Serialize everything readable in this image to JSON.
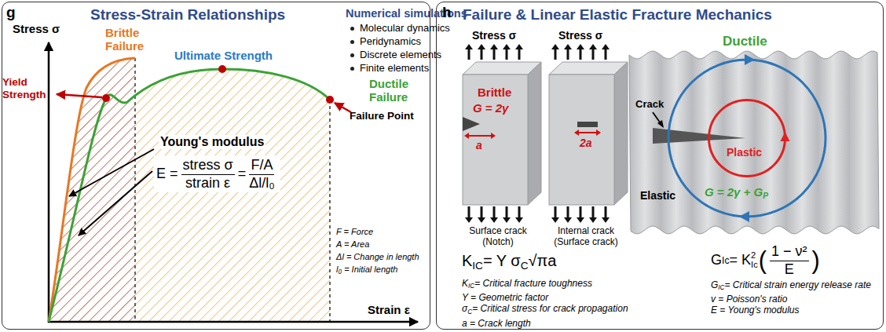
{
  "diagram": {
    "nodes": [
      {
        "text": [
          "Stress-Strain Relationships"
        ]
      },
      {
        "text": [
          "Failure & Linear Elastic Fracture Mechanics"
        ]
      },
      {
        "text": [
          "Brittle",
          "G = 2γ",
          "a"
        ],
        "in": 1
      },
      {
        "text": [
          "2a"
        ],
        "in": 1
      },
      {
        "text": [
          "Ductile",
          "Crack",
          "Elastic",
          "G = 2γ + G",
          "P"
        ],
        "in": 1
      },
      {
        "text": [
          "Plastic"
        ],
        "in": 4
      }
    ],
    "labels": [
      "g",
      "Stress σ",
      "Strain ε",
      "Brittle Failure",
      "Yield Strength",
      "Ultimate Strength",
      "Ductile Failure",
      "Failure Point",
      "Numerical simulations",
      "Molecular dynamics",
      "Peridynamics",
      "Discrete elements",
      "Finite elements",
      "Young's modulus",
      "E =",
      "stress σ",
      "strain ε",
      "=",
      "F/A",
      "Δl/l₀",
      "F = Force",
      "A = Area",
      "Δl = Change in length",
      "l₀ = Initial length",
      "h",
      "Stress σ",
      "Stress σ",
      "Surface crack (Notch)",
      "Internal crack (Surface crack)",
      "K",
      "IC",
      "= Y σ",
      "C",
      "√πa",
      "K",
      "IC",
      "= Critical fracture toughness",
      "Y = Geometric factor",
      "σ",
      "C",
      "= Critical stress for crack propagation",
      "a = Crack length",
      "G",
      "Ic",
      "= K",
      "2",
      "Ic",
      "(",
      "1 − ν²",
      "E",
      ")",
      "G",
      "IC",
      "= Critical strain energy release rate",
      "v = Poisson's ratio",
      "E = Young's modulus"
    ]
  }
}
